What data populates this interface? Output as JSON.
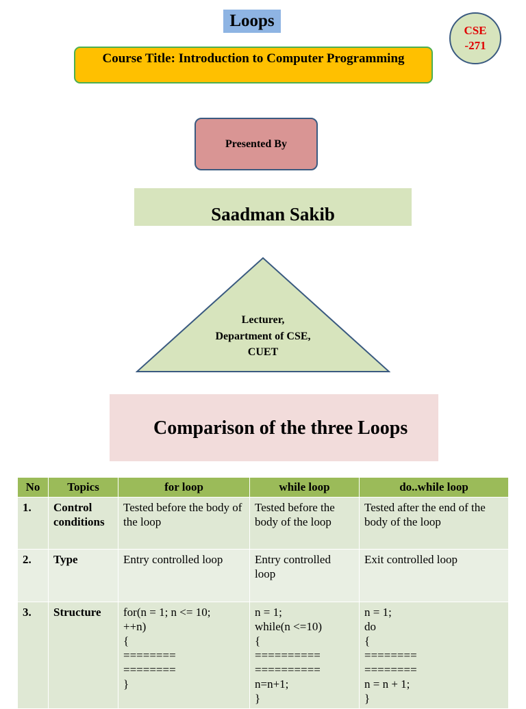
{
  "slide": {
    "title": "Loops",
    "course_title": "Course Title: Introduction to Computer Programming",
    "course_code_line1": "CSE",
    "course_code_line2": "-271",
    "presented_by": "Presented By",
    "presenter_name": "Saadman Sakib",
    "designation_line1": "Lecturer,",
    "designation_line2": "Department of CSE,",
    "designation_line3": "CUET",
    "comparison_heading": "Comparison of the three Loops"
  },
  "colors": {
    "title_bg": "#8eb4e3",
    "course_bg": "#ffc000",
    "code_circle_bg": "#d7e4bd",
    "code_text": "#e00000",
    "presented_bg": "#d99594",
    "name_bg": "#d7e4bd",
    "triangle_fill": "#d7e4bd",
    "comparison_bg": "#f2dcdb",
    "table_header_bg": "#9bbb59"
  },
  "table": {
    "headers": [
      "No",
      "Topics",
      "for loop",
      "while loop",
      "do..while loop"
    ],
    "rows": [
      {
        "no": "1.",
        "topic": "Control conditions",
        "for": "Tested before the body of the loop",
        "while": "Tested before the body of the loop",
        "dowhile": "Tested after the end of the body of the loop"
      },
      {
        "no": "2.",
        "topic": "Type",
        "for": "Entry controlled loop",
        "while": "Entry controlled loop",
        "dowhile": "Exit controlled loop"
      },
      {
        "no": "3.",
        "topic": "Structure",
        "for": "for(n = 1; n <= 10;\n++n)\n{\n========\n========\n}",
        "while": "n = 1;\nwhile(n <=10)\n{\n==========\n==========\nn=n+1;\n}",
        "dowhile": "n = 1;\ndo\n{\n========\n========\nn = n + 1;\n}"
      }
    ]
  }
}
